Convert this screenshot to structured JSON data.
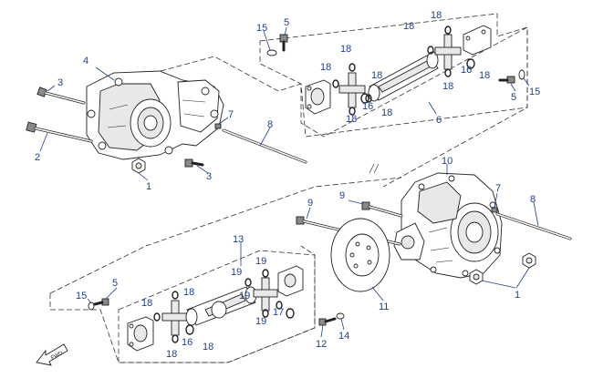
{
  "diagram": {
    "callouts": {
      "c1": "1",
      "c2": "2",
      "c3a": "3",
      "c3b": "3",
      "c4": "4",
      "c5a": "5",
      "c5b": "5",
      "c5c": "5",
      "c6": "6",
      "c7a": "7",
      "c7b": "7",
      "c8a": "8",
      "c8b": "8",
      "c9a": "9",
      "c9b": "9",
      "c10": "10",
      "c11": "11",
      "c1b": "1",
      "c12": "12",
      "c13": "13",
      "c14": "14",
      "c15a": "15",
      "c15b": "15",
      "c15c": "15",
      "c16a": "16",
      "c16b": "16",
      "c16c": "16",
      "c17": "17",
      "c18a": "18",
      "c18b": "18",
      "c18c": "18",
      "c18d": "18",
      "c18e": "18",
      "c18f": "18",
      "c18g": "18",
      "c18h": "18",
      "c18i": "18",
      "c18j": "18",
      "c18k": "18",
      "c18l": "18",
      "c19a": "19",
      "c19b": "19",
      "c19c": "19",
      "c19d": "19"
    },
    "direction_label": "FWD",
    "colors": {
      "callout": "#1f3f8f",
      "line": "#222222"
    }
  }
}
